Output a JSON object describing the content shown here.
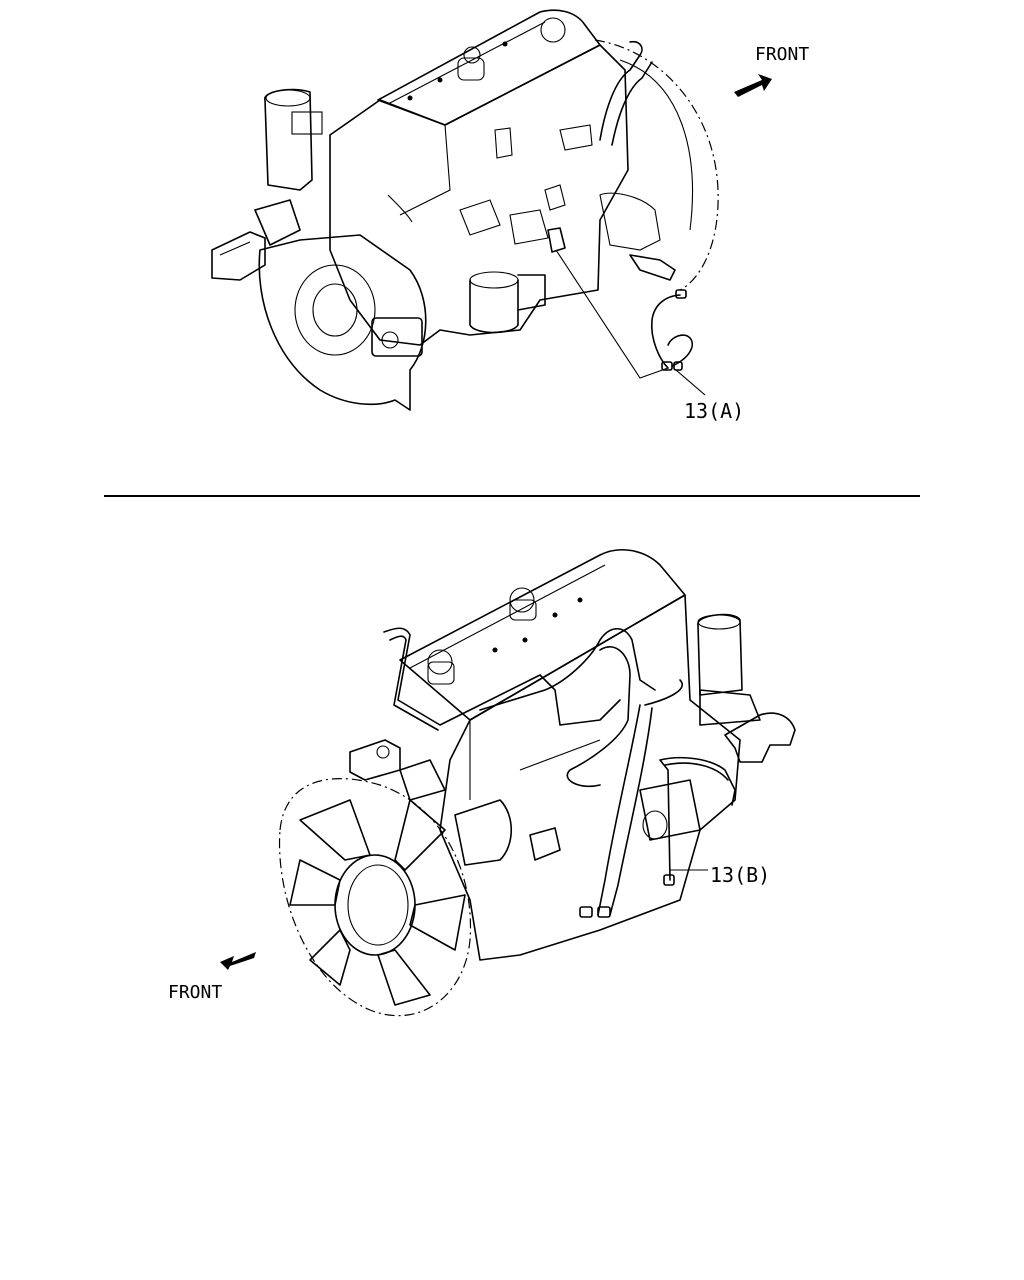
{
  "views": {
    "top": {
      "front_label": "FRONT",
      "callout": "13(A)"
    },
    "bottom": {
      "front_label": "FRONT",
      "callout": "13(B)"
    }
  },
  "colors": {
    "ink": "#000000",
    "paper": "#ffffff"
  }
}
